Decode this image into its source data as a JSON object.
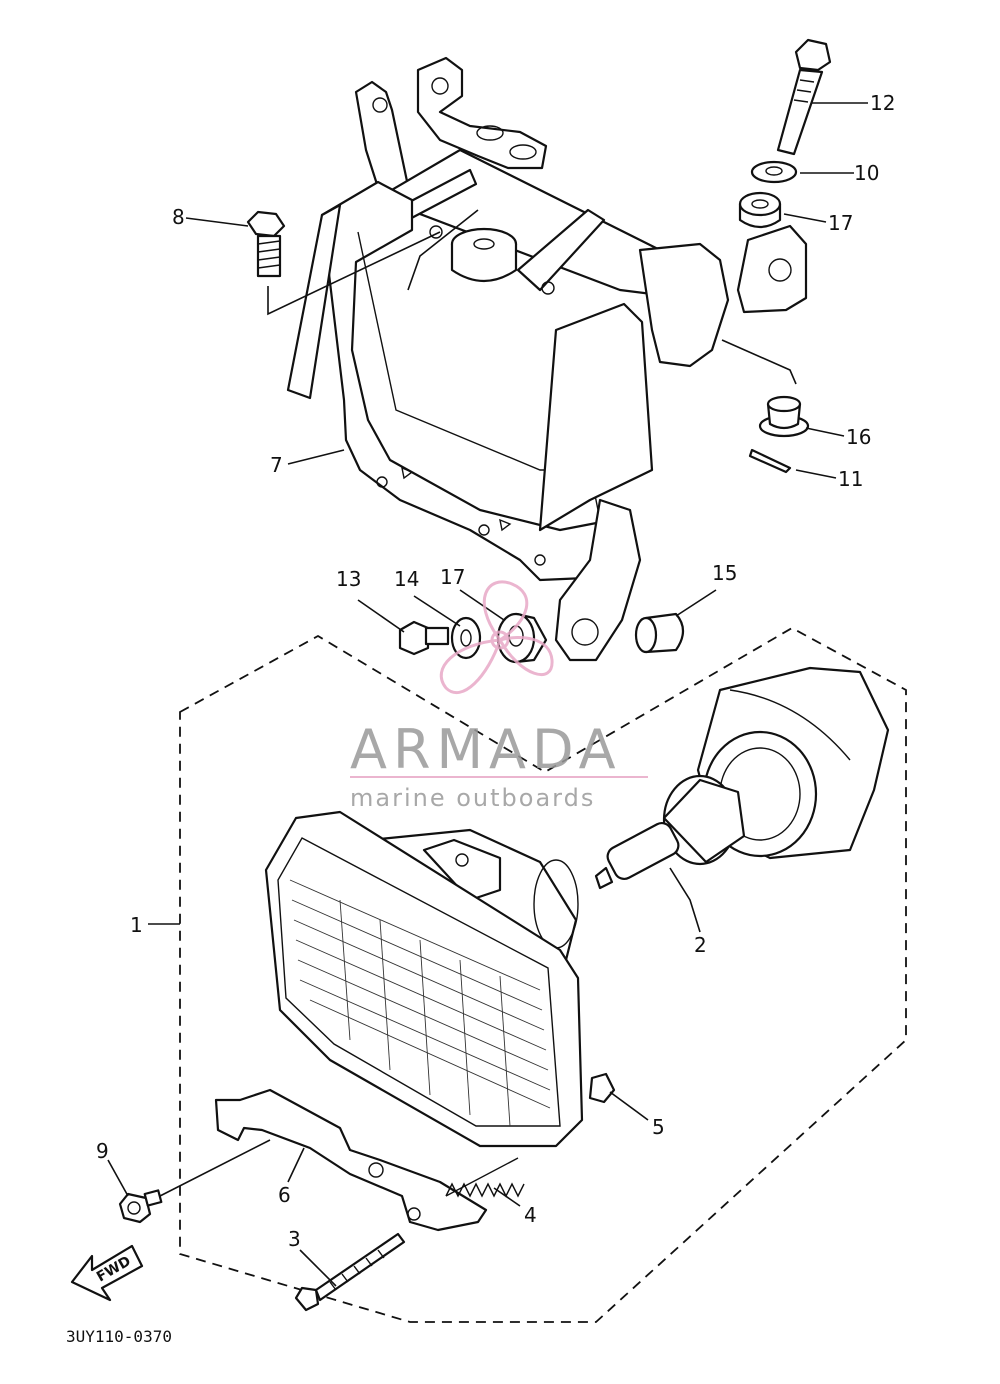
{
  "diagram": {
    "code": "3UY110-0370",
    "fwd_label": "FWD"
  },
  "callouts": [
    {
      "id": "c1",
      "label": "1"
    },
    {
      "id": "c2",
      "label": "2"
    },
    {
      "id": "c3",
      "label": "3"
    },
    {
      "id": "c4",
      "label": "4"
    },
    {
      "id": "c5",
      "label": "5"
    },
    {
      "id": "c6",
      "label": "6"
    },
    {
      "id": "c7",
      "label": "7"
    },
    {
      "id": "c8",
      "label": "8"
    },
    {
      "id": "c9",
      "label": "9"
    },
    {
      "id": "c10",
      "label": "10"
    },
    {
      "id": "c11",
      "label": "11"
    },
    {
      "id": "c12",
      "label": "12"
    },
    {
      "id": "c13",
      "label": "13"
    },
    {
      "id": "c14",
      "label": "14"
    },
    {
      "id": "c15",
      "label": "15"
    },
    {
      "id": "c16",
      "label": "16"
    },
    {
      "id": "c17a",
      "label": "17"
    },
    {
      "id": "c17b",
      "label": "17"
    }
  ],
  "watermark": {
    "name": "ARMADA",
    "tagline": "marine outboards",
    "accent": "#e8a9c7"
  }
}
